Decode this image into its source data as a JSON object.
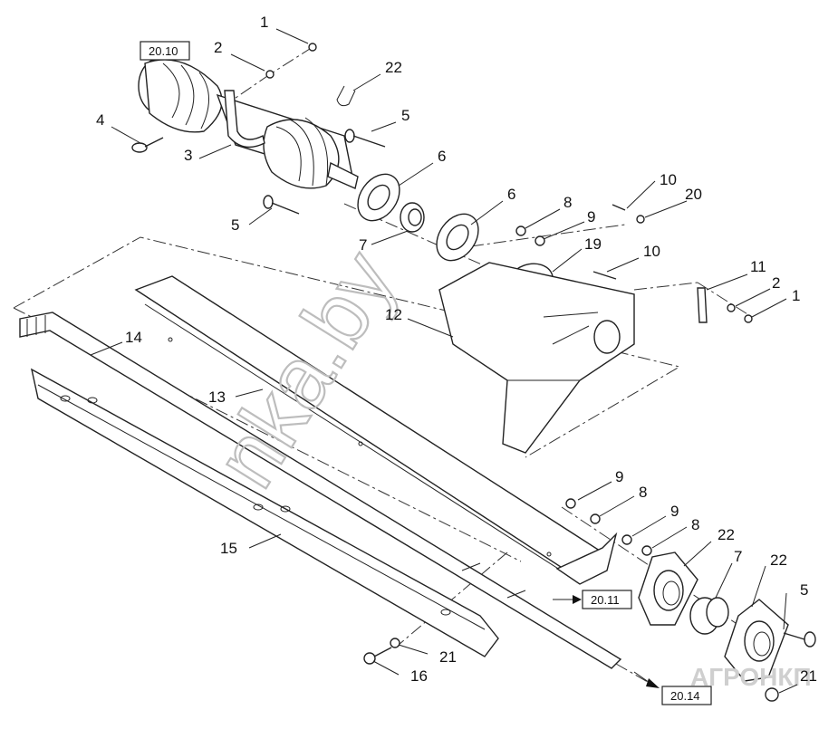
{
  "diagram": {
    "callouts": [
      {
        "id": "c1a",
        "text": "1"
      },
      {
        "id": "c2a",
        "text": "2"
      },
      {
        "id": "c22a",
        "text": "22"
      },
      {
        "id": "c4",
        "text": "4"
      },
      {
        "id": "c5a",
        "text": "5"
      },
      {
        "id": "c3",
        "text": "3"
      },
      {
        "id": "c6a",
        "text": "6"
      },
      {
        "id": "c6b",
        "text": "6"
      },
      {
        "id": "c10a",
        "text": "10"
      },
      {
        "id": "c20",
        "text": "20"
      },
      {
        "id": "c8a",
        "text": "8"
      },
      {
        "id": "c9a",
        "text": "9"
      },
      {
        "id": "c5b",
        "text": "5"
      },
      {
        "id": "c7a",
        "text": "7"
      },
      {
        "id": "c19",
        "text": "19"
      },
      {
        "id": "c10b",
        "text": "10"
      },
      {
        "id": "c11",
        "text": "11"
      },
      {
        "id": "c2b",
        "text": "2"
      },
      {
        "id": "c1b",
        "text": "1"
      },
      {
        "id": "c12",
        "text": "12"
      },
      {
        "id": "c14",
        "text": "14"
      },
      {
        "id": "c13",
        "text": "13"
      },
      {
        "id": "c9b",
        "text": "9"
      },
      {
        "id": "c8b",
        "text": "8"
      },
      {
        "id": "c9c",
        "text": "9"
      },
      {
        "id": "c8c",
        "text": "8"
      },
      {
        "id": "c22b",
        "text": "22"
      },
      {
        "id": "c7b",
        "text": "7"
      },
      {
        "id": "c22c",
        "text": "22"
      },
      {
        "id": "c5c",
        "text": "5"
      },
      {
        "id": "c15",
        "text": "15"
      },
      {
        "id": "c21a",
        "text": "21"
      },
      {
        "id": "c16",
        "text": "16"
      },
      {
        "id": "c21b",
        "text": "21"
      }
    ],
    "references": [
      {
        "id": "r2010",
        "text": "20.10"
      },
      {
        "id": "r2011",
        "text": "20.11"
      },
      {
        "id": "r2014",
        "text": "20.14"
      }
    ],
    "watermark": "nka.by",
    "logo": "АГРОНКП"
  }
}
